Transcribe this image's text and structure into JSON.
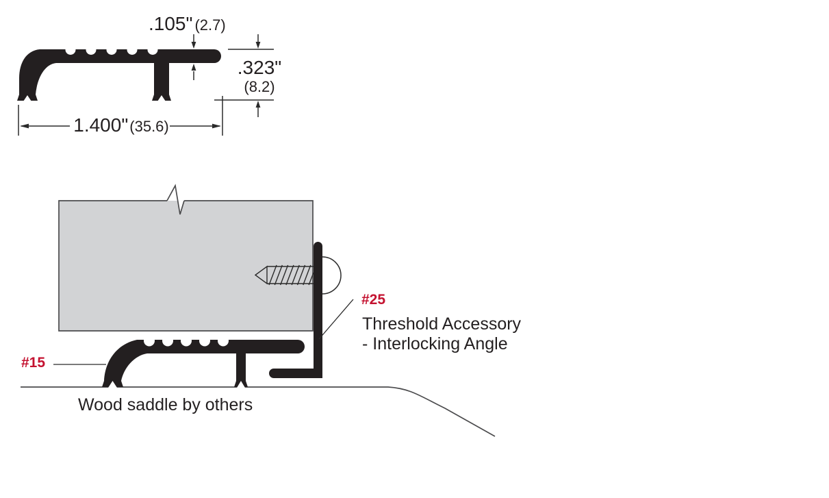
{
  "profile_dimensions": {
    "thickness_in": ".105\"",
    "thickness_mm": "(2.7)",
    "height_in": ".323\"",
    "height_mm": "(8.2)",
    "width_in": "1.400\"",
    "width_mm": "(35.6)"
  },
  "callouts": {
    "saddle_part_no": "#15",
    "angle_part_no": "#25",
    "angle_title": "Threshold Accessory",
    "angle_subtitle": "- Interlocking Angle",
    "saddle_note": "Wood saddle by others"
  },
  "colors": {
    "part-red": "#c41230",
    "ink-black": "#231f20",
    "panel-gray": "#d2d3d5",
    "edge-gray": "#4b4b4d",
    "line-ink": "#2a2a2a"
  }
}
